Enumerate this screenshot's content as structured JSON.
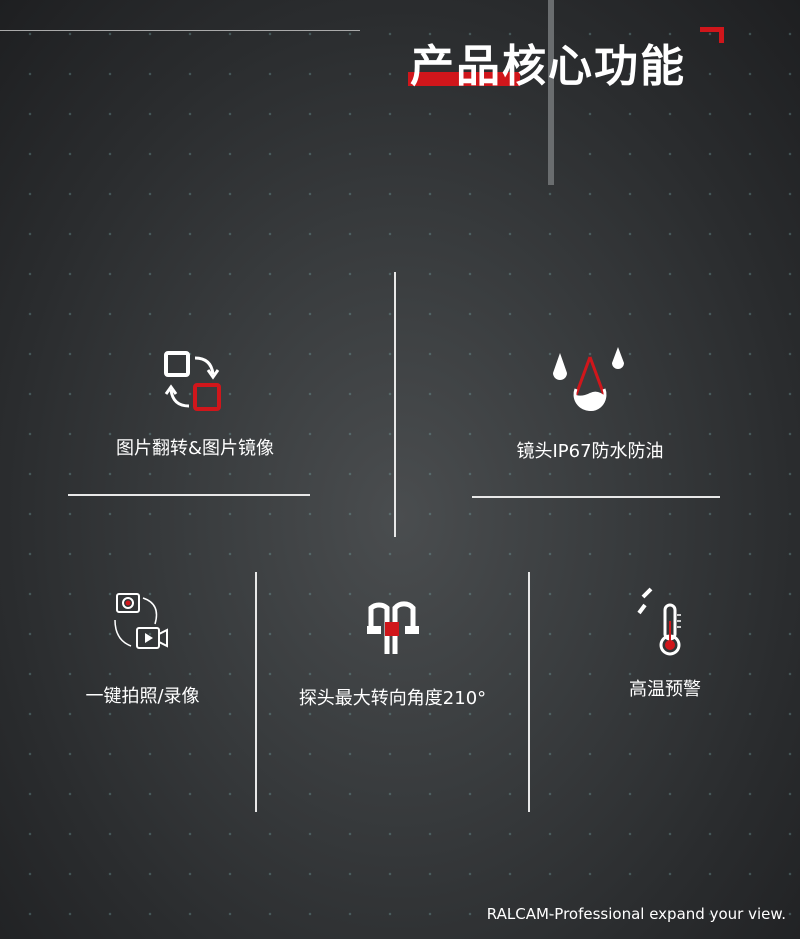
{
  "header": {
    "title": "产品核心功能"
  },
  "features": [
    {
      "label": "图片翻转&图片镜像",
      "icon": "flip-mirror-icon"
    },
    {
      "label": "镜头IP67防水防油",
      "icon": "water-drops-icon"
    },
    {
      "label": "一键拍照/录像",
      "icon": "camera-video-icon"
    },
    {
      "label": "探头最大转向角度210°",
      "icon": "probe-bend-icon"
    },
    {
      "label": "高温预警",
      "icon": "thermometer-icon"
    }
  ],
  "footer": {
    "tagline": "RALCAM-Professional expand your view."
  },
  "colors": {
    "accent": "#d0161b",
    "text": "#ffffff"
  }
}
